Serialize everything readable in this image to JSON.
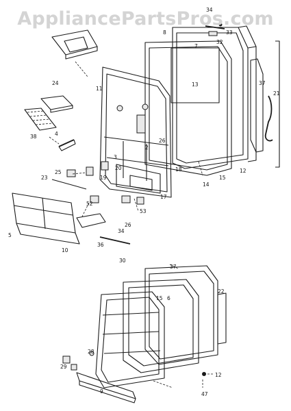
{
  "watermark": "AppliancePartsPros.com",
  "part_labels": [
    {
      "id": "p34a",
      "text": "34"
    },
    {
      "id": "p8",
      "text": "8"
    },
    {
      "id": "p33",
      "text": "33"
    },
    {
      "id": "p32",
      "text": "32"
    },
    {
      "id": "p7",
      "text": "7"
    },
    {
      "id": "p13",
      "text": "13"
    },
    {
      "id": "p37a",
      "text": "37"
    },
    {
      "id": "p21",
      "text": "21"
    },
    {
      "id": "p24",
      "text": "24"
    },
    {
      "id": "p11",
      "text": "11"
    },
    {
      "id": "p38",
      "text": "38"
    },
    {
      "id": "p4",
      "text": "4"
    },
    {
      "id": "p2",
      "text": "2"
    },
    {
      "id": "p26a",
      "text": "26"
    },
    {
      "id": "p20",
      "text": "20"
    },
    {
      "id": "p3",
      "text": "3"
    },
    {
      "id": "p25",
      "text": "25"
    },
    {
      "id": "p19",
      "text": "19"
    },
    {
      "id": "p23",
      "text": "23"
    },
    {
      "id": "p18",
      "text": "18"
    },
    {
      "id": "p12a",
      "text": "12"
    },
    {
      "id": "p15a",
      "text": "15"
    },
    {
      "id": "p14",
      "text": "14"
    },
    {
      "id": "p17",
      "text": "17"
    },
    {
      "id": "p52",
      "text": "52"
    },
    {
      "id": "p53",
      "text": "53"
    },
    {
      "id": "p5",
      "text": "5"
    },
    {
      "id": "p10",
      "text": "10"
    },
    {
      "id": "p26b",
      "text": "26"
    },
    {
      "id": "p34b",
      "text": "34"
    },
    {
      "id": "p36",
      "text": "36"
    },
    {
      "id": "p30",
      "text": "30"
    },
    {
      "id": "p37b",
      "text": "37"
    },
    {
      "id": "p22",
      "text": "22"
    },
    {
      "id": "p15b",
      "text": "15"
    },
    {
      "id": "p6",
      "text": "6"
    },
    {
      "id": "p28",
      "text": "28"
    },
    {
      "id": "p29",
      "text": "29"
    },
    {
      "id": "p12b",
      "text": "12"
    },
    {
      "id": "p47",
      "text": "47"
    },
    {
      "id": "p9",
      "text": "9"
    }
  ]
}
